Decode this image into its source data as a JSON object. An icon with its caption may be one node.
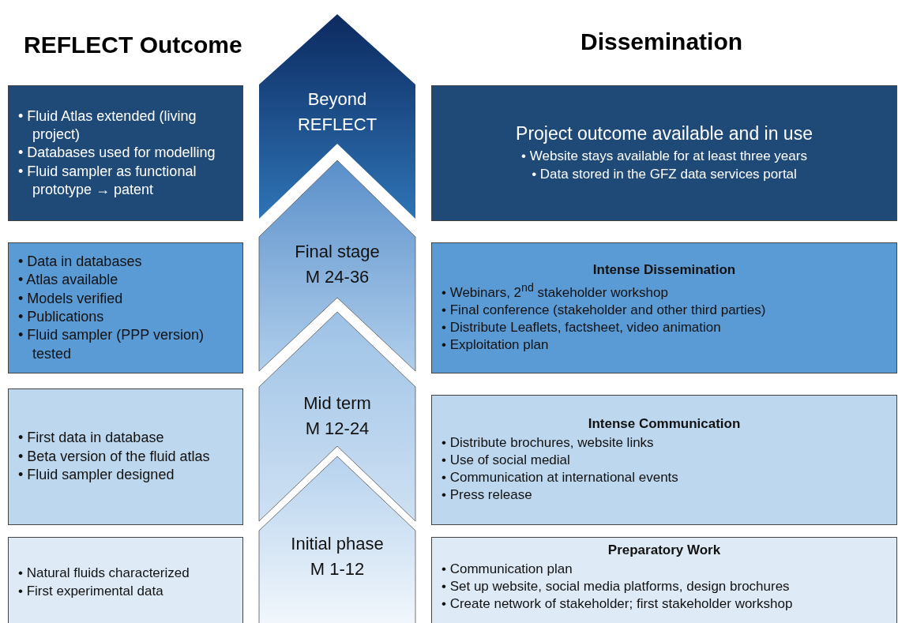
{
  "diagram": {
    "nodes": [
      {
        "text": [
          "• Fluid Atlas extended (living project)",
          "• Databases used for modelling",
          "• Fluid sampler as functional prototype → patent"
        ]
      },
      {
        "text": [
          "Beyond REFLECT"
        ]
      },
      {
        "text": [
          "Project outcome available and in use",
          "• Website stays available for at least three years",
          "• Data  stored in the GFZ data services portal"
        ]
      },
      {
        "text": [
          "• Data in databases",
          "• Atlas available",
          "• Models verified",
          "• Publications",
          "• Fluid sampler (PPP version) tested"
        ]
      },
      {
        "text": [
          "Final stage",
          "M 24-36"
        ]
      },
      {
        "text": [
          "Intense Dissemination",
          "• Webinars, 2$^{nd}$ stakeholder workshop",
          "• Final conference (stakeholder and other third parties)",
          "• Distribute Leaflets, factsheet, video animation",
          "• Exploitation plan"
        ]
      },
      {
        "text": [
          "• First data in database",
          "• Beta version of the fluid atlas",
          "• Fluid sampler designed"
        ]
      },
      {
        "text": [
          "Mid term",
          "M 12-24"
        ]
      },
      {
        "text": [
          "Intense Communication",
          "• Distribute brochures, website links",
          "• Use of social medial",
          "• Communication at international events",
          "• Press release"
        ]
      },
      {
        "text": [
          "• Natural fluids characterized",
          "• First experimental data"
        ]
      },
      {
        "text": [
          "Initial phase",
          "M 1-12"
        ]
      },
      {
        "text": [
          "Preparatory Work",
          "• Communication plan",
          "• Set up website, social media platforms, design brochures",
          "• Create network of stakeholder; first stakeholder workshop"
        ]
      }
    ],
    "labels": [
      "REFLECT Outcome",
      "Dissemination"
    ]
  }
}
